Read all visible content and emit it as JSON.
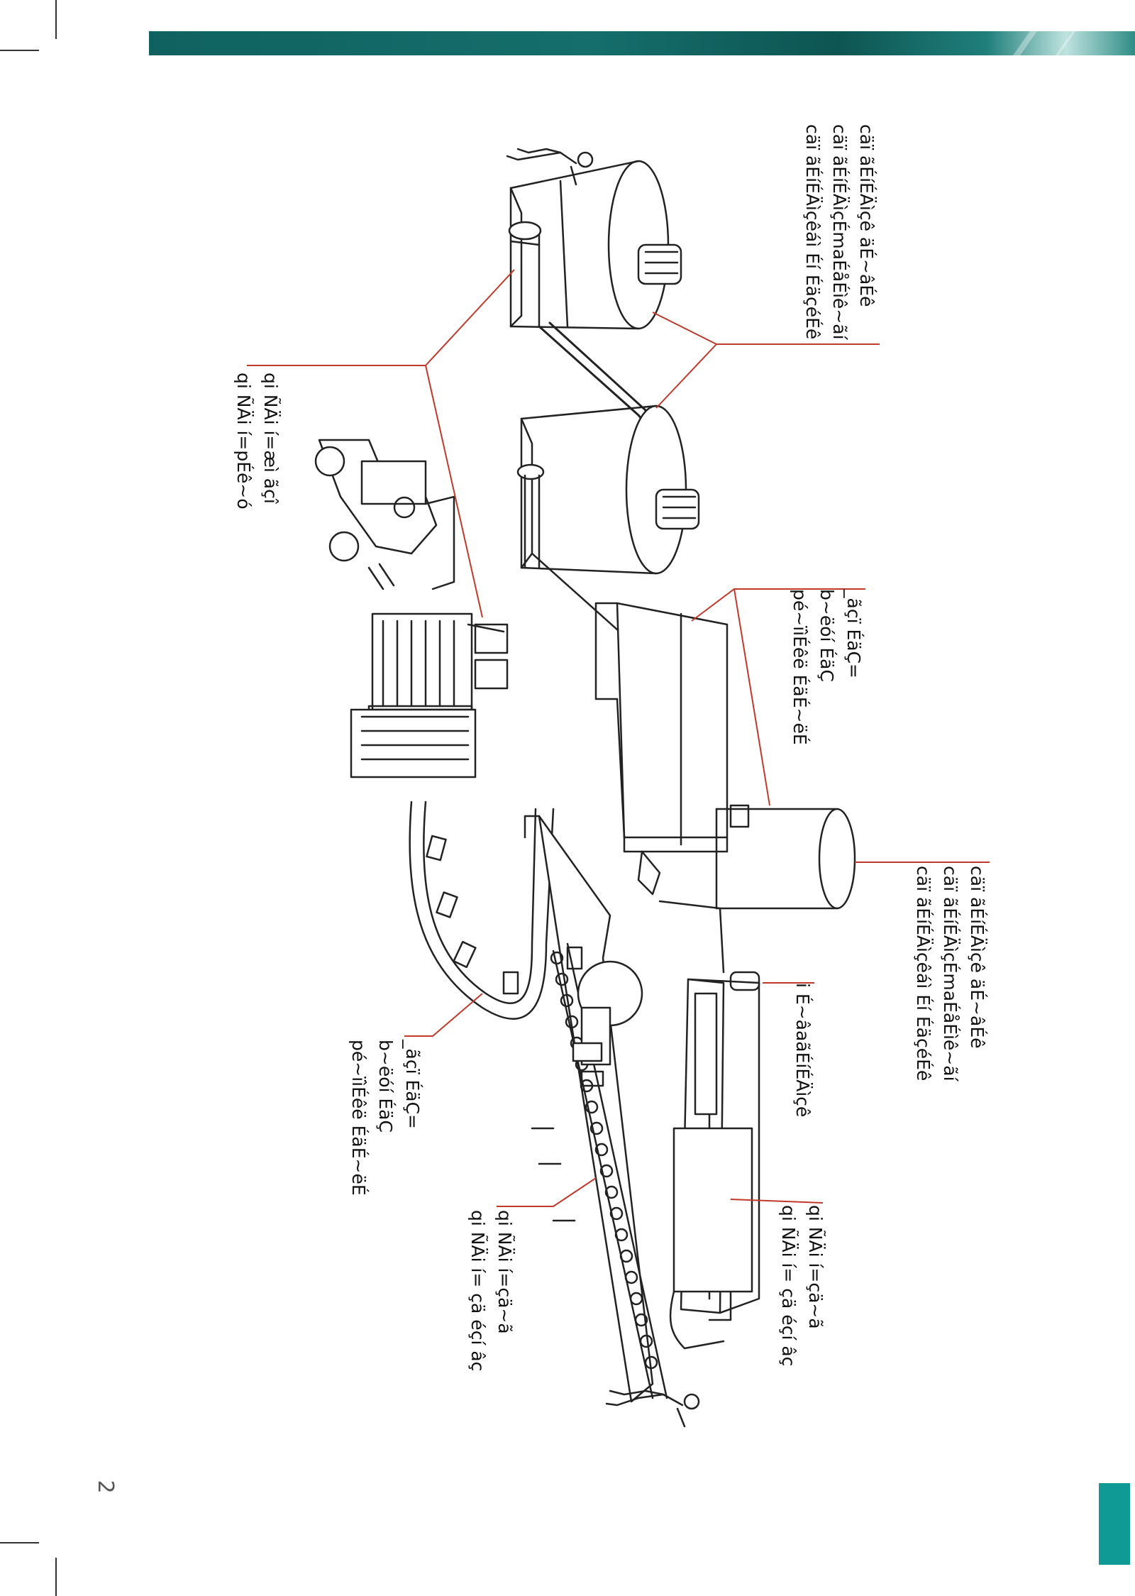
{
  "page": {
    "number": "2",
    "accent_color": "#0f9a96",
    "banner_color": "#0f6260"
  },
  "labels": {
    "top_right": [
      "cäï ãÉíÉÄìçê äÉ~âÉê",
      "cäï ãÉíÉÄìçÉmaÉåÉìê~ãí",
      "cäï ãÉíÉÄìçêáì Éí ÉäçéÉê"
    ],
    "top_left": [
      "qi ÑÄi í=æì ãçî",
      "qi ÑÄi í=pÉê~ó"
    ],
    "mid_center": [
      "_ãçï ÉäÇ=",
      "b~ëóí ÉäÇ",
      "pé~ïìÉêë ÉäÉ~ëÉ"
    ],
    "right_lower": [
      "cäï ãÉíÉÄìçê äÉ~âÉê",
      "cäï ãÉíÉÄìçÉmaÉåÉìê~ãí",
      "cäï ãÉíÉÄìçêáì Éí ÉäçéÉê"
    ],
    "conveyor_right": [
      "i É~âaãÉíÉÄìçê"
    ],
    "left_mid": [
      "_ãçï ÉäÇ=",
      "b~ëóí ÉäÇ",
      "pé~ïìÉêë ÉäÉ~ëÉ"
    ],
    "bottom_center": [
      "qi ÑÄi í=çä~ã",
      "qi ÑÄi í= çä éçí âç"
    ],
    "bottom_right": [
      "qi ÑÄi í=çä~ã",
      "qi ÑÄi í= çä éçí âç"
    ]
  }
}
